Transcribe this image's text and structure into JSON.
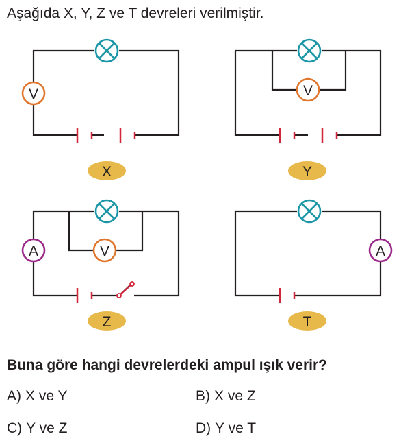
{
  "intro": "Aşağıda X, Y, Z ve T devreleri verilmiştir.",
  "colors": {
    "wire": "#231f20",
    "bulb": "#1b96a6",
    "voltmeter": "#e0772e",
    "ammeter": "#9c2a8b",
    "battery": "#d3263a",
    "label_fill": "#e7b84a"
  },
  "circuits": {
    "x": {
      "label": "X",
      "voltmeter_symbol": "V"
    },
    "y": {
      "label": "Y",
      "voltmeter_symbol": "V"
    },
    "z": {
      "label": "Z",
      "voltmeter_symbol": "V",
      "ammeter_symbol": "A"
    },
    "t": {
      "label": "T",
      "ammeter_symbol": "A"
    }
  },
  "question": "Buna göre hangi devrelerdeki ampul ışık verir?",
  "options": [
    {
      "letter": "A)",
      "text": "X ve Y"
    },
    {
      "letter": "B)",
      "text": "X ve Z"
    },
    {
      "letter": "C)",
      "text": "Y ve Z"
    },
    {
      "letter": "D)",
      "text": "Y ve T"
    }
  ]
}
